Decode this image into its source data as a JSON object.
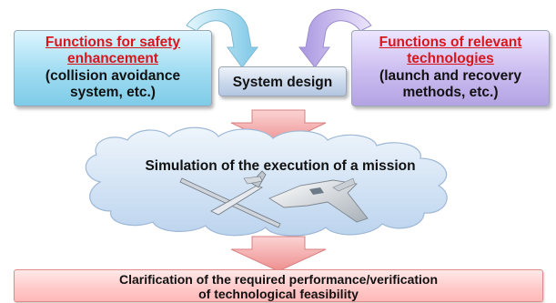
{
  "diagram": {
    "safety_box": {
      "title_line1": "Functions for safety",
      "title_line2": "enhancement",
      "detail_line1": "(collision avoidance",
      "detail_line2": "system, etc.)"
    },
    "relevant_box": {
      "title_line1": "Functions of relevant",
      "title_line2": "technologies",
      "detail_line1": "(launch and recovery",
      "detail_line2": "methods, etc.)"
    },
    "system_design": "System design",
    "simulation": "Simulation of the execution of a mission",
    "clarification_line1": "Clarification of the required performance/verification",
    "clarification_line2": "of technological feasibility",
    "colors": {
      "safety_box": "#9fdcf2",
      "relevant_box": "#cbbcf0",
      "system_box": "#c8d6ea",
      "cloud": "#d2e4f6",
      "down_arrow": "#f4a2a2",
      "title_red": "#d9161c",
      "curved_arrow_left": "#8fd0ea",
      "curved_arrow_right": "#b6a6e6"
    },
    "images": [
      "glider-aircraft-icon",
      "jet-aircraft-icon"
    ]
  }
}
